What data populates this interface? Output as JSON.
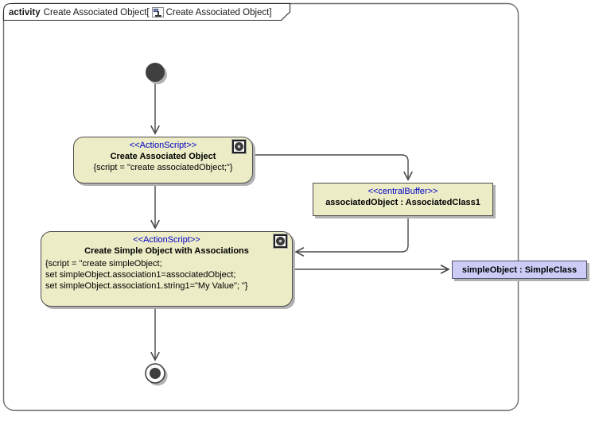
{
  "frame": {
    "keyword": "activity",
    "name": "Create Associated Object",
    "open_bracket": "[",
    "diagram_name": "Create Associated Object",
    "close_bracket": "]"
  },
  "nodes": {
    "initial": {
      "kind": "initial-node"
    },
    "action1": {
      "stereotype": "<<ActionScript>>",
      "name": "Create Associated Object",
      "script": "{script = \"create associatedObject;\"}"
    },
    "buffer": {
      "stereotype": "<<centralBuffer>>",
      "name": "associatedObject : AssociatedClass1"
    },
    "action2": {
      "stereotype": "<<ActionScript>>",
      "name": "Create Simple Object with Associations",
      "script_line1": "{script = \"create simpleObject;",
      "script_line2": "set simpleObject.association1=associatedObject;",
      "script_line3": "set simpleObject.association1.string1=\"My Value\"; \"}"
    },
    "object": {
      "name": "simpleObject : SimpleClass"
    },
    "final": {
      "kind": "activity-final-node"
    }
  },
  "colors": {
    "node_fill": "#ececc6",
    "object_fill": "#ccccf7",
    "stereotype_text": "#0000c8",
    "node_border": "#4d4d4d",
    "frame_border": "#6e6e6e",
    "edge": "#4a4a4a",
    "shadow": "#b2b2b2"
  }
}
